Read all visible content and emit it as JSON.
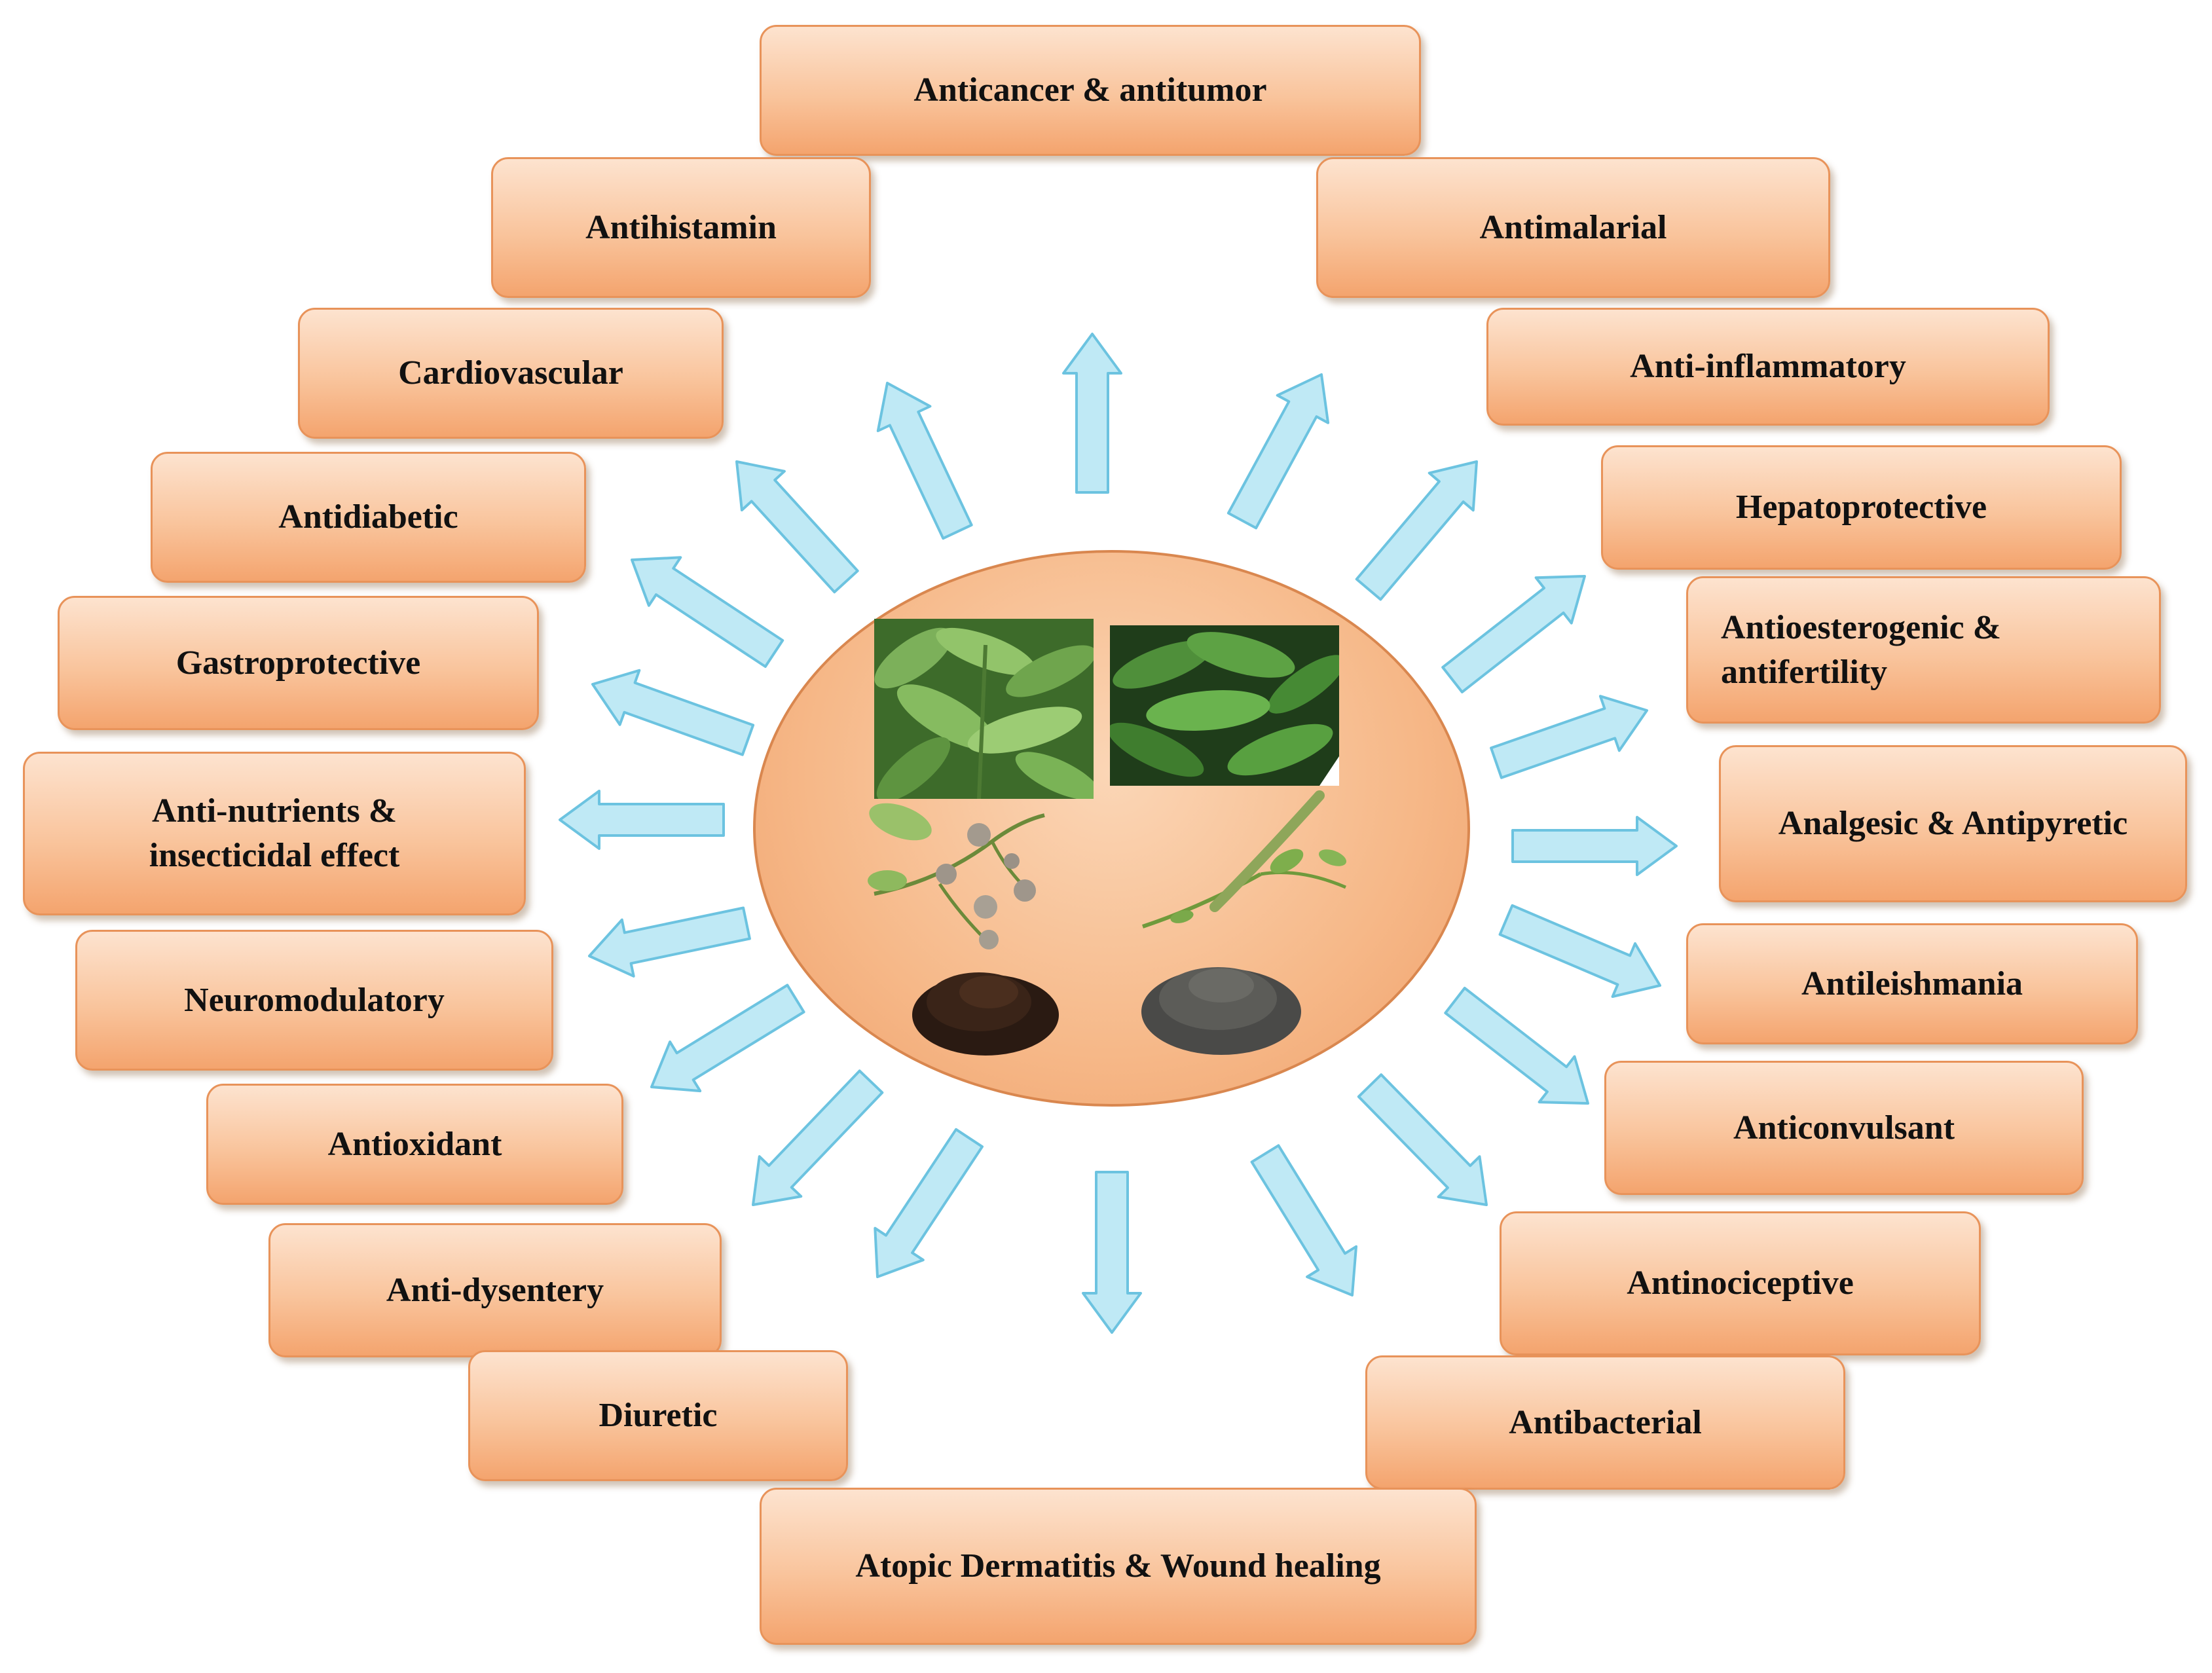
{
  "activities": [
    {
      "id": "anticancer",
      "label": "Anticancer & antitumor"
    },
    {
      "id": "antihistamin",
      "label": "Antihistamin"
    },
    {
      "id": "antimalarial",
      "label": "Antimalarial"
    },
    {
      "id": "cardiovascular",
      "label": "Cardiovascular"
    },
    {
      "id": "anti-inflammatory",
      "label": "Anti-inflammatory"
    },
    {
      "id": "antidiabetic",
      "label": "Antidiabetic"
    },
    {
      "id": "hepatoprotective",
      "label": "Hepatoprotective"
    },
    {
      "id": "gastroprotective",
      "label": "Gastroprotective"
    },
    {
      "id": "antioesterogenic",
      "label": "Antioesterogenic & antifertility"
    },
    {
      "id": "anti-nutrients",
      "label": "Anti-nutrients & insecticidal effect"
    },
    {
      "id": "analgesic",
      "label": "Analgesic & Antipyretic"
    },
    {
      "id": "neuromodulatory",
      "label": "Neuromodulatory"
    },
    {
      "id": "antileishmania",
      "label": "Antileishmania"
    },
    {
      "id": "antioxidant",
      "label": "Antioxidant"
    },
    {
      "id": "anticonvulsant",
      "label": "Anticonvulsant"
    },
    {
      "id": "anti-dysentery",
      "label": "Anti-dysentery"
    },
    {
      "id": "antinociceptive",
      "label": "Antinociceptive"
    },
    {
      "id": "diuretic",
      "label": "Diuretic"
    },
    {
      "id": "antibacterial",
      "label": "Antibacterial"
    },
    {
      "id": "atopic-dermatitis",
      "label": "Atopic Dermatitis & Wound healing"
    }
  ],
  "colors": {
    "box_fill_top": "#fde3cf",
    "box_fill_bottom": "#f4a46e",
    "box_border": "#e8935a",
    "arrow_fill": "#bfe9f5",
    "arrow_stroke": "#6cc3e0",
    "ellipse_fill": "#f6b888"
  },
  "center_images": [
    "plant-leaves-photo-1",
    "plant-leaves-photo-2",
    "flowering-stem-photo",
    "seed-pod-photo",
    "black-seeds-photo",
    "grey-seeds-photo"
  ]
}
